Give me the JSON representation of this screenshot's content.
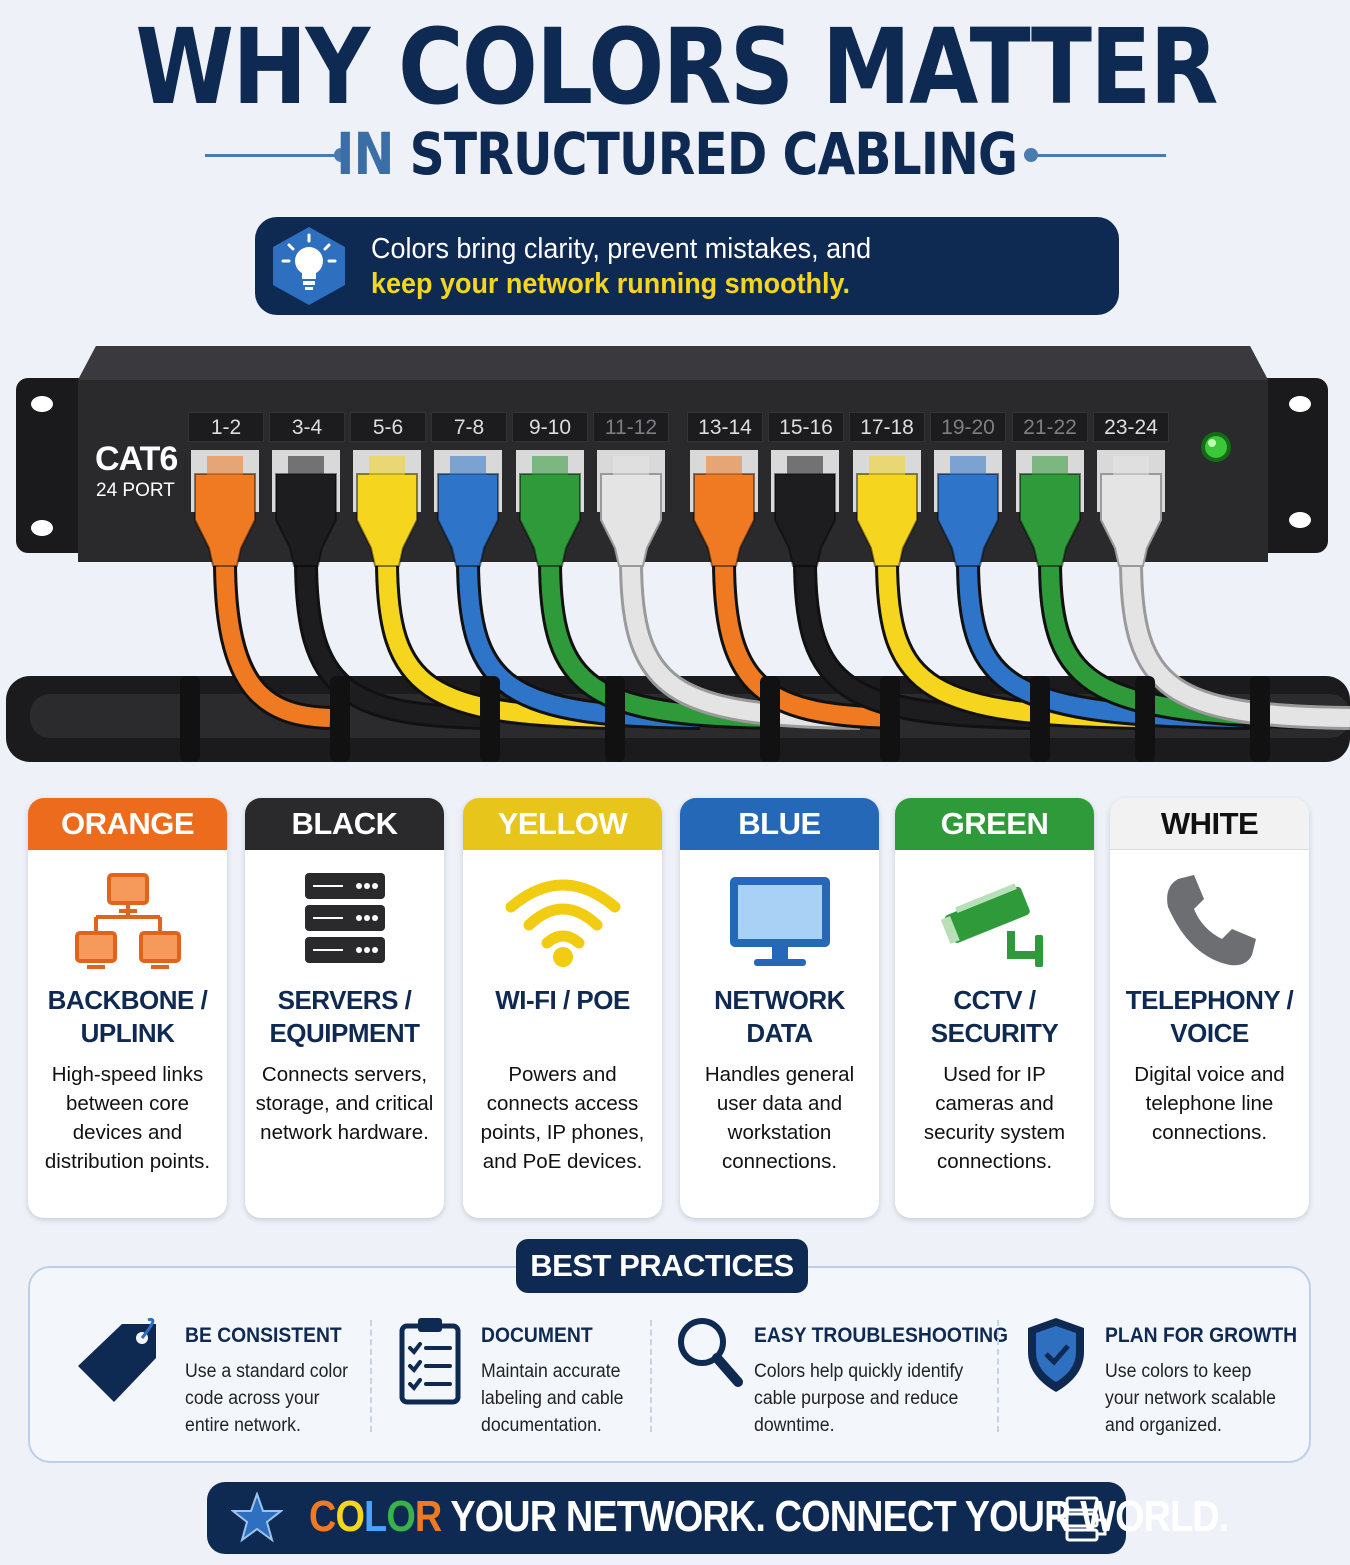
{
  "header": {
    "title": "WHY COLORS MATTER",
    "subtitle_prefix": "IN",
    "subtitle_rest": "STRUCTURED CABLING"
  },
  "tagline": {
    "icon": "lightbulb-icon",
    "line1": "Colors bring clarity, prevent mistakes, and",
    "line2": "keep your network running smoothly."
  },
  "panel": {
    "brand": "CAT6",
    "ports_label": "24 PORT",
    "port_groups": [
      "1-2",
      "3-4",
      "5-6",
      "7-8",
      "9-10",
      "11-12",
      "13-14",
      "15-16",
      "17-18",
      "19-20",
      "21-22",
      "23-24"
    ],
    "cable_colors": [
      "#f07a22",
      "#1d1d1f",
      "#f6d51f",
      "#2e74c9",
      "#2f9a3a",
      "#e4e4e4",
      "#f07a22",
      "#1d1d1f",
      "#f6d51f",
      "#2e74c9",
      "#2f9a3a",
      "#e4e4e4"
    ],
    "status_led_color": "#3cc63c"
  },
  "cards": [
    {
      "color_name": "ORANGE",
      "color": "#ec6b1d",
      "icon": "network-hierarchy-icon",
      "title_line1": "BACKBONE /",
      "title_line2": "UPLINK",
      "description": "High-speed links between core devices and distribution points."
    },
    {
      "color_name": "BLACK",
      "color": "#2a2a2c",
      "icon": "server-rack-icon",
      "title_line1": "SERVERS /",
      "title_line2": "EQUIPMENT",
      "description": "Connects servers, storage, and critical network hardware."
    },
    {
      "color_name": "YELLOW",
      "color": "#e8c51a",
      "icon": "wifi-icon",
      "title_line1": "WI-FI / POE",
      "title_line2": "",
      "description": "Powers and connects access points, IP phones, and PoE devices."
    },
    {
      "color_name": "BLUE",
      "color": "#2568b8",
      "icon": "desktop-monitor-icon",
      "title_line1": "NETWORK",
      "title_line2": "DATA",
      "description": "Handles general user data and workstation connections."
    },
    {
      "color_name": "GREEN",
      "color": "#2f9a3a",
      "icon": "security-camera-icon",
      "title_line1": "CCTV /",
      "title_line2": "SECURITY",
      "description": "Used for IP cameras and security system connections."
    },
    {
      "color_name": "WHITE",
      "color": "#f2f2f2",
      "icon": "telephone-icon",
      "title_line1": "TELEPHONY /",
      "title_line2": "VOICE",
      "description": "Digital voice and telephone line connections."
    }
  ],
  "best_practices": {
    "title": "BEST PRACTICES",
    "items": [
      {
        "icon": "tag-icon",
        "heading": "BE CONSISTENT",
        "description": "Use a standard color code across your entire network."
      },
      {
        "icon": "clipboard-checklist-icon",
        "heading": "DOCUMENT",
        "description": "Maintain accurate labeling and cable documentation."
      },
      {
        "icon": "magnifier-icon",
        "heading": "EASY TROUBLESHOOTING",
        "description": "Colors help quickly identify cable purpose and reduce downtime."
      },
      {
        "icon": "shield-check-icon",
        "heading": "PLAN FOR GROWTH",
        "description": "Use colors to keep your network scalable and organized."
      }
    ]
  },
  "footer": {
    "icon_left": "star-icon",
    "icon_right": "network-switch-icon",
    "text_colored": [
      "C",
      "O",
      "L",
      "O",
      "R"
    ],
    "text_rest": " YOUR NETWORK. CONNECT YOUR WORLD."
  }
}
